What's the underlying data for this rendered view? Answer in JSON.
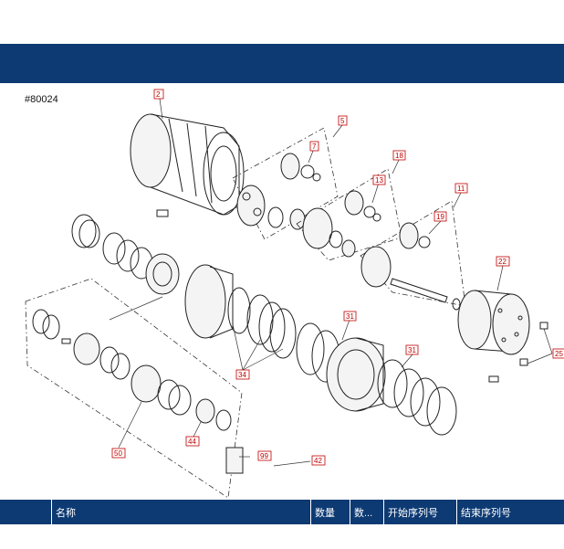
{
  "document": {
    "id": "#80024"
  },
  "callouts": [
    {
      "num": "2"
    },
    {
      "num": "5"
    },
    {
      "num": "7"
    },
    {
      "num": "18"
    },
    {
      "num": "13"
    },
    {
      "num": "11"
    },
    {
      "num": "19"
    },
    {
      "num": "22"
    },
    {
      "num": "25"
    },
    {
      "num": "31"
    },
    {
      "num": "31"
    },
    {
      "num": "34"
    },
    {
      "num": "44"
    },
    {
      "num": "50"
    },
    {
      "num": "99"
    },
    {
      "num": "42"
    }
  ],
  "table": {
    "columns": [
      {
        "label": ""
      },
      {
        "label": "名称"
      },
      {
        "label": "数量"
      },
      {
        "label": "数..."
      },
      {
        "label": "开始序列号"
      },
      {
        "label": "结束序列号"
      }
    ]
  },
  "colors": {
    "header_bg": "#0d3a73",
    "callout": "#c00000"
  }
}
